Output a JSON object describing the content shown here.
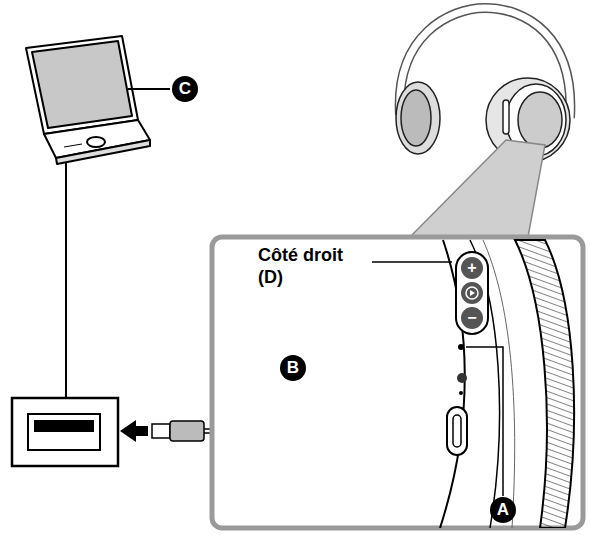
{
  "diagram": {
    "labels": [
      "C",
      "Côté droit (D)",
      "B",
      "A",
      "+",
      "−"
    ]
  }
}
